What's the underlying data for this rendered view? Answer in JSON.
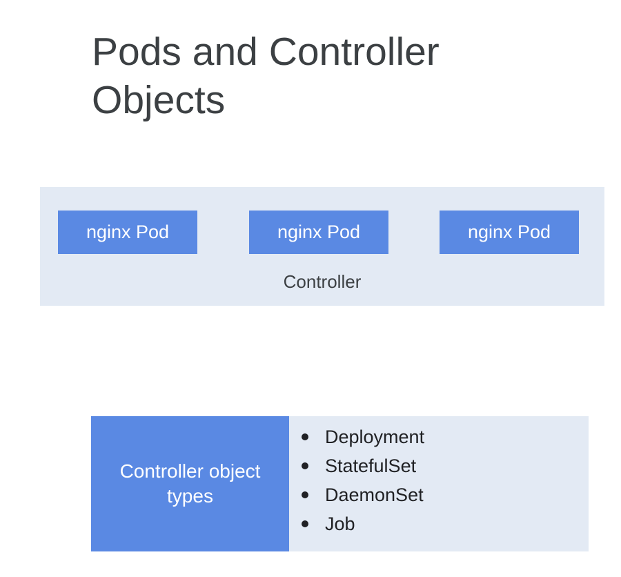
{
  "title": "Pods and Controller Objects",
  "controller": {
    "label": "Controller",
    "pods": [
      "nginx Pod",
      "nginx Pod",
      "nginx Pod"
    ]
  },
  "controller_types": {
    "label": "Controller object types",
    "items": [
      "Deployment",
      "StatefulSet",
      "DaemonSet",
      "Job"
    ]
  },
  "colors": {
    "accent_blue": "#5a89e3",
    "panel_light": "#e3eaf4",
    "title_text": "#3c4043"
  }
}
